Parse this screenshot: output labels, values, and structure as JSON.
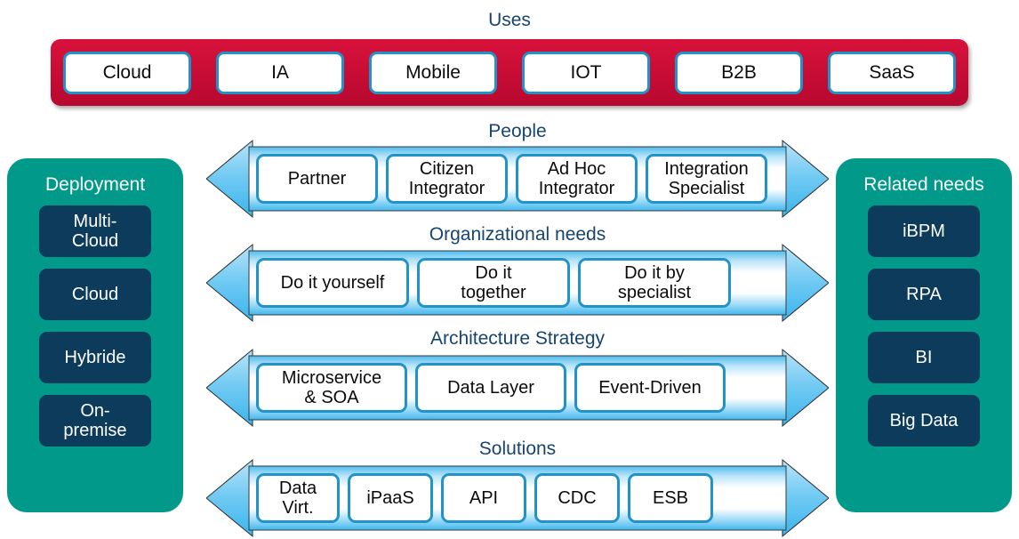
{
  "diagram": {
    "title_color": "#17456E",
    "banner_color": "#C80B34",
    "panel_color": "#00998A",
    "chip_color": "#0C3B5C",
    "box_border_color": "#2093C8",
    "arrow_color": "#6EC8F0"
  },
  "uses": {
    "title": "Uses",
    "items": [
      {
        "label": "Cloud"
      },
      {
        "label": "IA"
      },
      {
        "label": "Mobile"
      },
      {
        "label": "IOT"
      },
      {
        "label": "B2B"
      },
      {
        "label": "SaaS"
      }
    ]
  },
  "deployment": {
    "title": "Deployment",
    "items": [
      {
        "label": "Multi-\nCloud"
      },
      {
        "label": "Cloud"
      },
      {
        "label": "Hybride"
      },
      {
        "label": "On-\npremise"
      }
    ]
  },
  "related_needs": {
    "title": "Related needs",
    "items": [
      {
        "label": "iBPM"
      },
      {
        "label": "RPA"
      },
      {
        "label": "BI"
      },
      {
        "label": "Big Data"
      }
    ]
  },
  "rows": [
    {
      "id": "people",
      "title": "People",
      "items": [
        {
          "label": "Partner"
        },
        {
          "label": "Citizen\nIntegrator"
        },
        {
          "label": "Ad Hoc\nIntegrator"
        },
        {
          "label": "Integration\nSpecialist"
        }
      ]
    },
    {
      "id": "organizational-needs",
      "title": "Organizational needs",
      "items": [
        {
          "label": "Do it yourself"
        },
        {
          "label": "Do it\ntogether"
        },
        {
          "label": "Do it by\nspecialist"
        }
      ]
    },
    {
      "id": "architecture-strategy",
      "title": "Architecture Strategy",
      "items": [
        {
          "label": "Microservice\n& SOA"
        },
        {
          "label": "Data Layer"
        },
        {
          "label": "Event-Driven"
        }
      ]
    },
    {
      "id": "solutions",
      "title": "Solutions",
      "items": [
        {
          "label": "Data\nVirt."
        },
        {
          "label": "iPaaS"
        },
        {
          "label": "API"
        },
        {
          "label": "CDC"
        },
        {
          "label": "ESB"
        }
      ]
    }
  ]
}
